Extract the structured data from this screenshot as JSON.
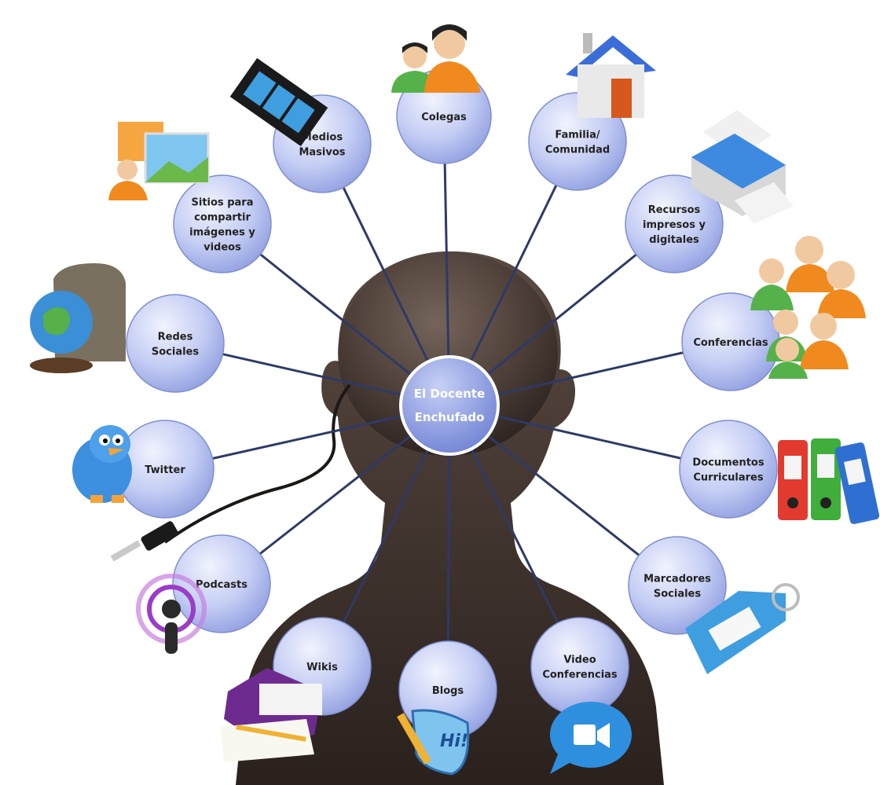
{
  "center": {
    "lines": [
      "El Docente",
      "Enchufado"
    ]
  },
  "nodes": [
    {
      "id": "colegas",
      "lines": [
        "Colegas"
      ],
      "icon": "colleagues-icon"
    },
    {
      "id": "familia",
      "lines": [
        "Familia/",
        "Comunidad"
      ],
      "icon": "house-icon"
    },
    {
      "id": "recursos",
      "lines": [
        "Recursos",
        "impresos y",
        "digitales"
      ],
      "icon": "printer-icon"
    },
    {
      "id": "conferencias",
      "lines": [
        "Conferencias"
      ],
      "icon": "people-group-icon"
    },
    {
      "id": "documentos",
      "lines": [
        "Documentos",
        "Curriculares"
      ],
      "icon": "binders-icon"
    },
    {
      "id": "marcadores",
      "lines": [
        "Marcadores",
        "Sociales"
      ],
      "icon": "tag-icon"
    },
    {
      "id": "video",
      "lines": [
        "Video",
        "Conferencias"
      ],
      "icon": "video-chat-icon"
    },
    {
      "id": "blogs",
      "lines": [
        "Blogs"
      ],
      "icon": "blog-icon"
    },
    {
      "id": "wikis",
      "lines": [
        "Wikis"
      ],
      "icon": "books-icon"
    },
    {
      "id": "podcasts",
      "lines": [
        "Podcasts"
      ],
      "icon": "podcast-icon"
    },
    {
      "id": "twitter",
      "lines": [
        "Twitter"
      ],
      "icon": "twitter-bird-icon"
    },
    {
      "id": "redes",
      "lines": [
        "Redes",
        "Sociales"
      ],
      "icon": "globe-bag-icon"
    },
    {
      "id": "sitios",
      "lines": [
        "Sitios para",
        "compartir",
        "imágenes y",
        "videos"
      ],
      "icon": "photos-icon"
    },
    {
      "id": "medios",
      "lines": [
        "Medios",
        "Masivos"
      ],
      "icon": "film-strip-icon"
    }
  ],
  "colors": {
    "node_fill_light": "#e3e8fb",
    "node_fill_dark": "#9aa8e6",
    "node_stroke": "#7f8fcf",
    "center_fill": "#8fa0e3",
    "connector": "#2e3a66",
    "silhouette_light": "#6e5f56",
    "silhouette_dark": "#2c2320"
  }
}
